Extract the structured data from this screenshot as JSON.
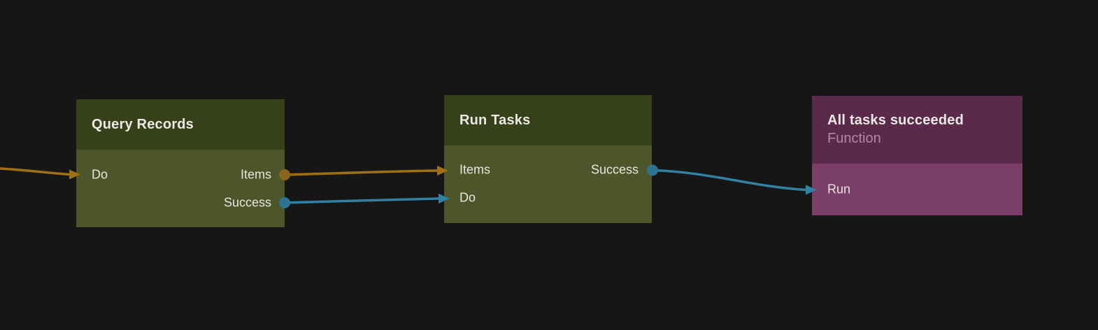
{
  "canvas": {
    "background": "#161616"
  },
  "colors": {
    "green_header": "#36411a",
    "green_body": "#4c562a",
    "purple_header": "#5b2a4b",
    "purple_body": "#7b3e66",
    "title_text": "#ebe9e3",
    "port_text": "#e8e6df",
    "subtitle_text": "#b487a6",
    "wire_orange": "#9e7013",
    "dot_orange": "#8a651e",
    "wire_teal": "#3081a3",
    "dot_teal": "#2e7391"
  },
  "nodes": {
    "query_records": {
      "title": "Query Records",
      "inputs": [
        {
          "label": "Do"
        }
      ],
      "outputs": [
        {
          "label": "Items"
        },
        {
          "label": "Success"
        }
      ]
    },
    "run_tasks": {
      "title": "Run Tasks",
      "inputs": [
        {
          "label": "Items"
        },
        {
          "label": "Do"
        }
      ],
      "outputs": [
        {
          "label": "Success"
        }
      ]
    },
    "all_tasks_succeeded": {
      "title": "All tasks succeeded",
      "subtitle": "Function",
      "inputs": [
        {
          "label": "Run"
        }
      ]
    }
  },
  "connections": [
    {
      "from": "off-canvas-left",
      "to": "query_records.Do",
      "color": "orange"
    },
    {
      "from": "query_records.Items",
      "to": "run_tasks.Items",
      "color": "orange"
    },
    {
      "from": "query_records.Success",
      "to": "run_tasks.Do",
      "color": "teal"
    },
    {
      "from": "run_tasks.Success",
      "to": "all_tasks_succeeded.Run",
      "color": "teal"
    }
  ]
}
